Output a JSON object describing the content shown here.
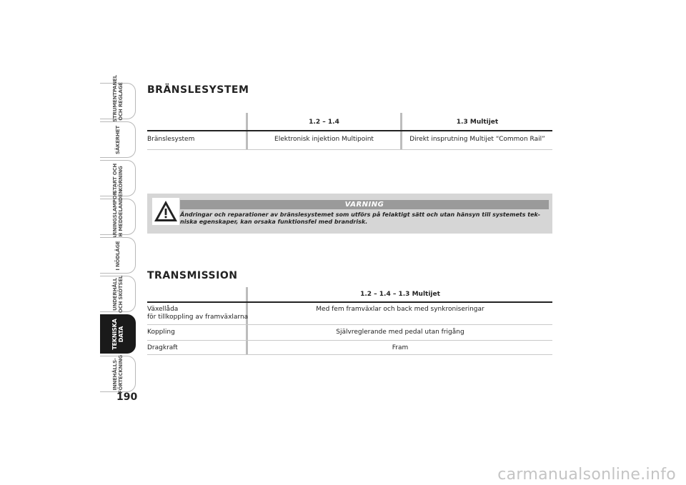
{
  "nav_tabs": [
    {
      "label": "INSTRUMENTPANEL\nOCH REGLAGE",
      "active": false
    },
    {
      "label": "SÄKERHET",
      "active": false
    },
    {
      "label": "START OCH\nKÖRNING",
      "active": false
    },
    {
      "label": "VARNINGSLAMPOR\nOCH MEDDELANDEN",
      "active": false
    },
    {
      "label": "I NÖDLÄGE",
      "active": false
    },
    {
      "label": "UNDERHÅLL\nOCH SKÖTSEL",
      "active": false
    },
    {
      "label": "TEKNISKA\nDATA",
      "active": true
    },
    {
      "label": "INNEHÅLLS-\nFÖRTECKNING",
      "active": false
    }
  ],
  "page_number": "190",
  "fuel_section": {
    "title": "BRÄNSLESYSTEM",
    "columns": [
      "",
      "1.2 – 1.4",
      "1.3 Multijet"
    ],
    "rows": [
      {
        "label": "Bränslesystem",
        "col1": "Elektronisk injektion Multipoint",
        "col2": "Direkt insprutning Multijet “Common Rail”"
      }
    ]
  },
  "warning": {
    "icon": "warning-triangle-icon",
    "header": "VARNING",
    "text": "Ändringar och reparationer av bränslesystemet som utförs på felaktigt sätt och utan hänsyn till systemets tek-\nniska egenskaper, kan orsaka funktionsfel med brandrisk."
  },
  "transmission_section": {
    "title": "TRANSMISSION",
    "column": "1.2 – 1.4 – 1.3 Multijet",
    "rows": [
      {
        "label": "Växellåda\nför tillkoppling av framväxlarna",
        "value": "Med fem framväxlar och back med synkroniseringar"
      },
      {
        "label": "Koppling",
        "value": "Självreglerande med pedal utan frigång"
      },
      {
        "label": "Dragkraft",
        "value": "Fram"
      }
    ]
  },
  "watermark": "carmanualsonline.info"
}
